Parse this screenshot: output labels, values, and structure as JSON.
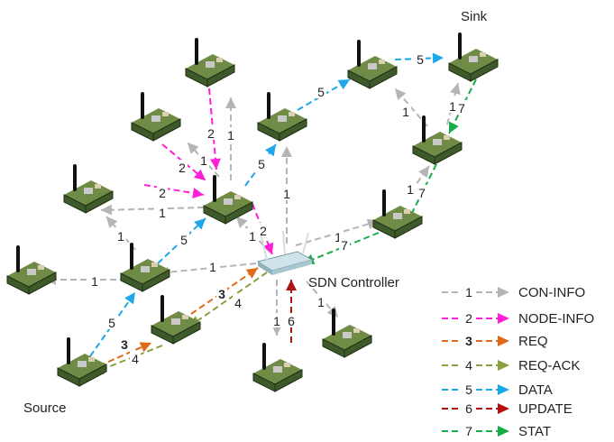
{
  "labels": {
    "sink": "Sink",
    "source": "Source",
    "controller": "SDN Controller"
  },
  "legend": [
    {
      "num": "1",
      "text": "CON-INFO",
      "color": "#b5b5b5",
      "bold": false
    },
    {
      "num": "2",
      "text": "NODE-INFO",
      "color": "#ff1fd8",
      "bold": false
    },
    {
      "num": "3",
      "text": "REQ",
      "color": "#e06a18",
      "bold": true
    },
    {
      "num": "4",
      "text": "REQ-ACK",
      "color": "#8aa040",
      "bold": false
    },
    {
      "num": "5",
      "text": "DATA",
      "color": "#1ea6ea",
      "bold": false
    },
    {
      "num": "6",
      "text": "UPDATE",
      "color": "#b01010",
      "bold": false
    },
    {
      "num": "7",
      "text": "STAT",
      "color": "#18ac48",
      "bold": false
    }
  ],
  "edges": [
    {
      "num": "1"
    },
    {
      "num": "1"
    },
    {
      "num": "1"
    },
    {
      "num": "1"
    },
    {
      "num": "1"
    },
    {
      "num": "1"
    },
    {
      "num": "1"
    },
    {
      "num": "1"
    },
    {
      "num": "1"
    },
    {
      "num": "1"
    },
    {
      "num": "1"
    },
    {
      "num": "1"
    },
    {
      "num": "1"
    },
    {
      "num": "1"
    },
    {
      "num": "2"
    },
    {
      "num": "2"
    },
    {
      "num": "2"
    },
    {
      "num": "2"
    },
    {
      "num": "3"
    },
    {
      "num": "3"
    },
    {
      "num": "4"
    },
    {
      "num": "4"
    },
    {
      "num": "5"
    },
    {
      "num": "5"
    },
    {
      "num": "5"
    },
    {
      "num": "5"
    },
    {
      "num": "5"
    },
    {
      "num": "6"
    },
    {
      "num": "7"
    },
    {
      "num": "7"
    },
    {
      "num": "7"
    }
  ]
}
